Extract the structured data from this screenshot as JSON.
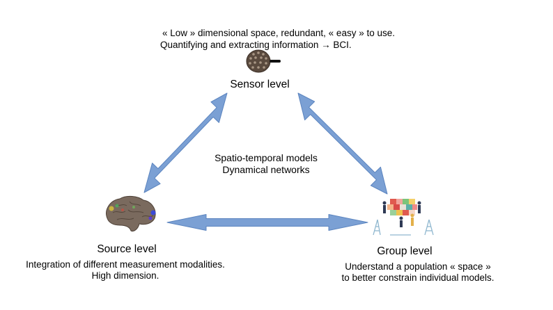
{
  "sensor": {
    "note_line1": "« Low » dimensional space, redundant, « easy » to use.",
    "note_line2": "Quantifying and extracting information → BCI.",
    "title": "Sensor level",
    "icon": "eeg-sensor-cap-icon"
  },
  "center": {
    "line1": "Spatio-temporal models",
    "line2": "Dynamical networks"
  },
  "source": {
    "title": "Source level",
    "line1": "Integration of different measurement modalities.",
    "line2": "High dimension.",
    "icon": "brain-icon"
  },
  "group": {
    "title": "Group level",
    "line1": "Understand a population « space »",
    "line2": "to better constrain individual models.",
    "icon": "people-assembling-brain-puzzle-icon"
  },
  "colors": {
    "arrow_fill": "#7ba0d4",
    "arrow_stroke": "#5b84bf"
  }
}
